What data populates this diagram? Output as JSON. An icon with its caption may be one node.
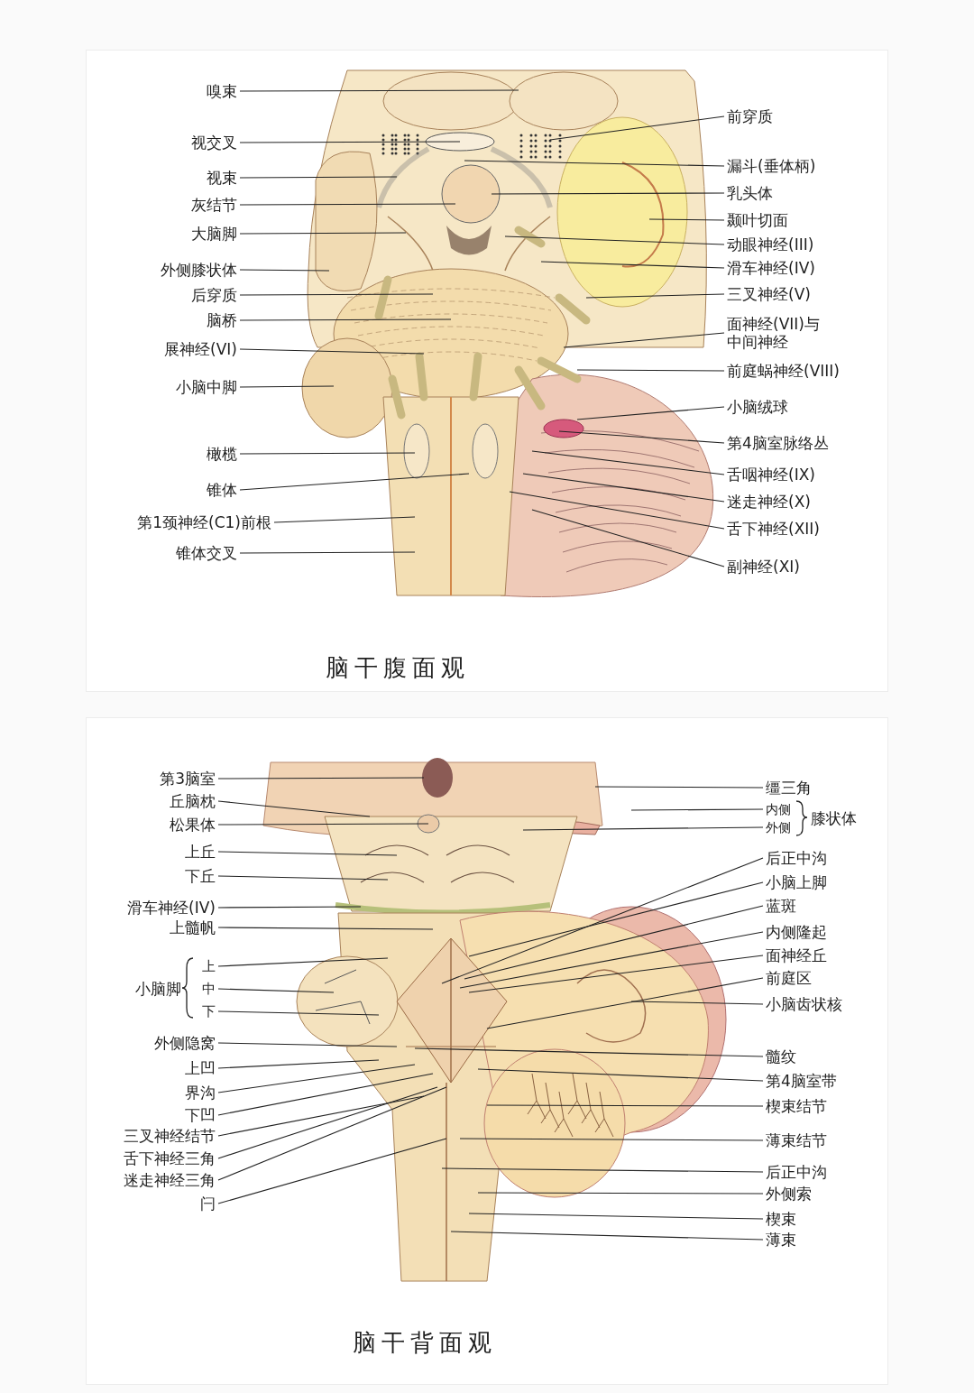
{
  "diagram": {
    "nodes": [
      {
        "text": [
          "脑干腹面观"
        ]
      },
      {
        "text": [
          "嗅束"
        ],
        "in": 0
      },
      {
        "text": [
          "视交叉"
        ],
        "in": 0
      },
      {
        "text": [
          "视束"
        ],
        "in": 0
      },
      {
        "text": [
          "灰结节"
        ],
        "in": 0
      },
      {
        "text": [
          "大脑脚"
        ],
        "in": 0
      },
      {
        "text": [
          "外侧膝状体"
        ],
        "in": 0
      },
      {
        "text": [
          "后穿质"
        ],
        "in": 0
      },
      {
        "text": [
          "脑桥"
        ],
        "in": 0
      },
      {
        "text": [
          "展神经(VI)"
        ],
        "in": 0
      },
      {
        "text": [
          "小脑中脚"
        ],
        "in": 0
      },
      {
        "text": [
          "橄榄"
        ],
        "in": 0
      },
      {
        "text": [
          "锥体"
        ],
        "in": 0
      },
      {
        "text": [
          "第1颈神经(C1)前根"
        ],
        "in": 0
      },
      {
        "text": [
          "锥体交叉"
        ],
        "in": 0
      },
      {
        "text": [
          "前穿质"
        ],
        "in": 0
      },
      {
        "text": [
          "漏斗(垂体柄)"
        ],
        "in": 0
      },
      {
        "text": [
          "乳头体"
        ],
        "in": 0
      },
      {
        "text": [
          "颞叶切面"
        ],
        "in": 0
      },
      {
        "text": [
          "动眼神经(III)"
        ],
        "in": 0
      },
      {
        "text": [
          "滑车神经(IV)"
        ],
        "in": 0
      },
      {
        "text": [
          "三叉神经(V)"
        ],
        "in": 0
      },
      {
        "text": [
          "面神经(VII)与中间神经"
        ],
        "in": 0
      },
      {
        "text": [
          "前庭蜗神经(VIII)"
        ],
        "in": 0
      },
      {
        "text": [
          "小脑绒球"
        ],
        "in": 0
      },
      {
        "text": [
          "第4脑室脉络丛"
        ],
        "in": 0
      },
      {
        "text": [
          "舌咽神经(IX)"
        ],
        "in": 0
      },
      {
        "text": [
          "迷走神经(X)"
        ],
        "in": 0
      },
      {
        "text": [
          "舌下神经(XII)"
        ],
        "in": 0
      },
      {
        "text": [
          "副神经(XI)"
        ],
        "in": 0
      },
      {
        "text": [
          "脑干背面观"
        ]
      },
      {
        "text": [
          "第3脑室"
        ],
        "in": 30
      },
      {
        "text": [
          "丘脑枕"
        ],
        "in": 30
      },
      {
        "text": [
          "松果体"
        ],
        "in": 30
      },
      {
        "text": [
          "上丘"
        ],
        "in": 30
      },
      {
        "text": [
          "下丘"
        ],
        "in": 30
      },
      {
        "text": [
          "滑车神经(IV)"
        ],
        "in": 30
      },
      {
        "text": [
          "上髓帆"
        ],
        "in": 30
      },
      {
        "text": [
          "小脑脚"
        ],
        "in": 30
      },
      {
        "text": [
          "上"
        ],
        "in": 30
      },
      {
        "text": [
          "中"
        ],
        "in": 30
      },
      {
        "text": [
          "下"
        ],
        "in": 30
      },
      {
        "text": [
          "外侧隐窝"
        ],
        "in": 30
      },
      {
        "text": [
          "上凹"
        ],
        "in": 30
      },
      {
        "text": [
          "界沟"
        ],
        "in": 30
      },
      {
        "text": [
          "下凹"
        ],
        "in": 30
      },
      {
        "text": [
          "三叉神经结节"
        ],
        "in": 30
      },
      {
        "text": [
          "舌下神经三角"
        ],
        "in": 30
      },
      {
        "text": [
          "迷走神经三角"
        ],
        "in": 30
      },
      {
        "text": [
          "闩"
        ],
        "in": 30
      },
      {
        "text": [
          "缰三角"
        ],
        "in": 30
      },
      {
        "text": [
          "内侧"
        ],
        "in": 30
      },
      {
        "text": [
          "外侧"
        ],
        "in": 30
      },
      {
        "text": [
          "膝状体"
        ],
        "in": 30
      },
      {
        "text": [
          "后正中沟"
        ],
        "in": 30
      },
      {
        "text": [
          "小脑上脚"
        ],
        "in": 30
      },
      {
        "text": [
          "蓝斑"
        ],
        "in": 30
      },
      {
        "text": [
          "内侧隆起"
        ],
        "in": 30
      },
      {
        "text": [
          "面神经丘"
        ],
        "in": 30
      },
      {
        "text": [
          "前庭区"
        ],
        "in": 30
      },
      {
        "text": [
          "小脑齿状核"
        ],
        "in": 30
      },
      {
        "text": [
          "髓纹"
        ],
        "in": 30
      },
      {
        "text": [
          "第4脑室带"
        ],
        "in": 30
      },
      {
        "text": [
          "楔束结节"
        ],
        "in": 30
      },
      {
        "text": [
          "薄束结节"
        ],
        "in": 30
      },
      {
        "text": [
          "后正中沟"
        ],
        "in": 30
      },
      {
        "text": [
          "外侧索"
        ],
        "in": 30
      },
      {
        "text": [
          "楔束"
        ],
        "in": 30
      },
      {
        "text": [
          "薄束"
        ],
        "in": 30
      }
    ],
    "edges": [
      {
        "from": 1,
        "to": null,
        "arrow": "none"
      },
      {
        "from": 2,
        "to": null,
        "arrow": "none"
      },
      {
        "from": 3,
        "to": null,
        "arrow": "none"
      },
      {
        "from": 4,
        "to": null,
        "arrow": "none"
      },
      {
        "from": 5,
        "to": null,
        "arrow": "none"
      },
      {
        "from": 6,
        "to": null,
        "arrow": "none"
      },
      {
        "from": 7,
        "to": null,
        "arrow": "none"
      },
      {
        "from": 8,
        "to": null,
        "arrow": "none"
      },
      {
        "from": 9,
        "to": null,
        "arrow": "none"
      },
      {
        "from": 10,
        "to": null,
        "arrow": "none"
      },
      {
        "from": 11,
        "to": null,
        "arrow": "none"
      },
      {
        "from": 12,
        "to": null,
        "arrow": "none"
      },
      {
        "from": 13,
        "to": null,
        "arrow": "none"
      },
      {
        "from": 14,
        "to": null,
        "arrow": "none"
      },
      {
        "from": 15,
        "to": null,
        "arrow": "none"
      },
      {
        "from": 16,
        "to": null,
        "arrow": "none"
      },
      {
        "from": 17,
        "to": null,
        "arrow": "none"
      },
      {
        "from": 18,
        "to": null,
        "arrow": "none"
      },
      {
        "from": 19,
        "to": null,
        "arrow": "none"
      },
      {
        "from": 20,
        "to": null,
        "arrow": "none"
      },
      {
        "from": 21,
        "to": null,
        "arrow": "none"
      },
      {
        "from": 22,
        "to": null,
        "arrow": "none"
      },
      {
        "from": 23,
        "to": null,
        "arrow": "none"
      },
      {
        "from": 24,
        "to": null,
        "arrow": "none"
      },
      {
        "from": 25,
        "to": null,
        "arrow": "none"
      },
      {
        "from": 26,
        "to": null,
        "arrow": "none"
      },
      {
        "from": 27,
        "to": null,
        "arrow": "none"
      },
      {
        "from": 28,
        "to": null,
        "arrow": "none"
      },
      {
        "from": 29,
        "to": null,
        "arrow": "none"
      },
      {
        "from": 31,
        "to": null,
        "arrow": "none"
      },
      {
        "from": 32,
        "to": null,
        "arrow": "none"
      },
      {
        "from": 33,
        "to": null,
        "arrow": "none"
      },
      {
        "from": 34,
        "to": null,
        "arrow": "none"
      },
      {
        "from": 35,
        "to": null,
        "arrow": "none"
      },
      {
        "from": 36,
        "to": null,
        "arrow": "none"
      },
      {
        "from": 37,
        "to": null,
        "arrow": "none"
      },
      {
        "from": 39,
        "to": null,
        "arrow": "none"
      },
      {
        "from": 40,
        "to": null,
        "arrow": "none"
      },
      {
        "from": 41,
        "to": null,
        "arrow": "none"
      },
      {
        "from": 42,
        "to": null,
        "arrow": "none"
      },
      {
        "from": 43,
        "to": null,
        "arrow": "none"
      },
      {
        "from": 44,
        "to": null,
        "arrow": "none"
      },
      {
        "from": 45,
        "to": null,
        "arrow": "none"
      },
      {
        "from": 46,
        "to": null,
        "arrow": "none"
      },
      {
        "from": 47,
        "to": null,
        "arrow": "none"
      },
      {
        "from": 48,
        "to": null,
        "arrow": "none"
      },
      {
        "from": 49,
        "to": null,
        "arrow": "none"
      },
      {
        "from": 50,
        "to": null,
        "arrow": "none"
      },
      {
        "from": 51,
        "to": null,
        "arrow": "none"
      },
      {
        "from": 52,
        "to": null,
        "arrow": "none"
      },
      {
        "from": 54,
        "to": null,
        "arrow": "none"
      },
      {
        "from": 55,
        "to": null,
        "arrow": "none"
      },
      {
        "from": 56,
        "to": null,
        "arrow": "none"
      },
      {
        "from": 57,
        "to": null,
        "arrow": "none"
      },
      {
        "from": 58,
        "to": null,
        "arrow": "none"
      },
      {
        "from": 59,
        "to": null,
        "arrow": "none"
      },
      {
        "from": 60,
        "to": null,
        "arrow": "none"
      },
      {
        "from": 61,
        "to": null,
        "arrow": "none"
      },
      {
        "from": 62,
        "to": null,
        "arrow": "none"
      },
      {
        "from": 63,
        "to": null,
        "arrow": "none"
      },
      {
        "from": 64,
        "to": null,
        "arrow": "none"
      },
      {
        "from": 65,
        "to": null,
        "arrow": "none"
      },
      {
        "from": 66,
        "to": null,
        "arrow": "none"
      },
      {
        "from": 67,
        "to": null,
        "arrow": "none"
      },
      {
        "from": 68,
        "to": null,
        "arrow": "none"
      }
    ]
  }
}
